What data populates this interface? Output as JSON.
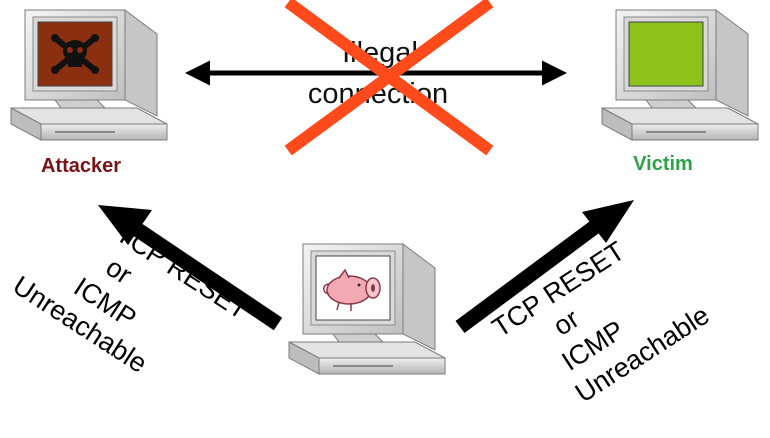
{
  "attacker": {
    "label": "Attacker",
    "label_color": "#7a1216",
    "screen_color": "#8a2f10"
  },
  "victim": {
    "label": "Victim",
    "label_color": "#2ea24a",
    "screen_color": "#8cc21a"
  },
  "connection": {
    "line1": "Illegal",
    "line2": "connection",
    "cross_color": "#ff4a1c"
  },
  "left_response": {
    "line1": "TCP RESET",
    "line2": "or",
    "line3": "ICMP",
    "line4": "Unreachable"
  },
  "right_response": {
    "line1": "TCP RESET",
    "line2": "or",
    "line3": "ICMP",
    "line4": "Unreachable"
  },
  "monitor": {
    "icon": "pig-icon"
  }
}
